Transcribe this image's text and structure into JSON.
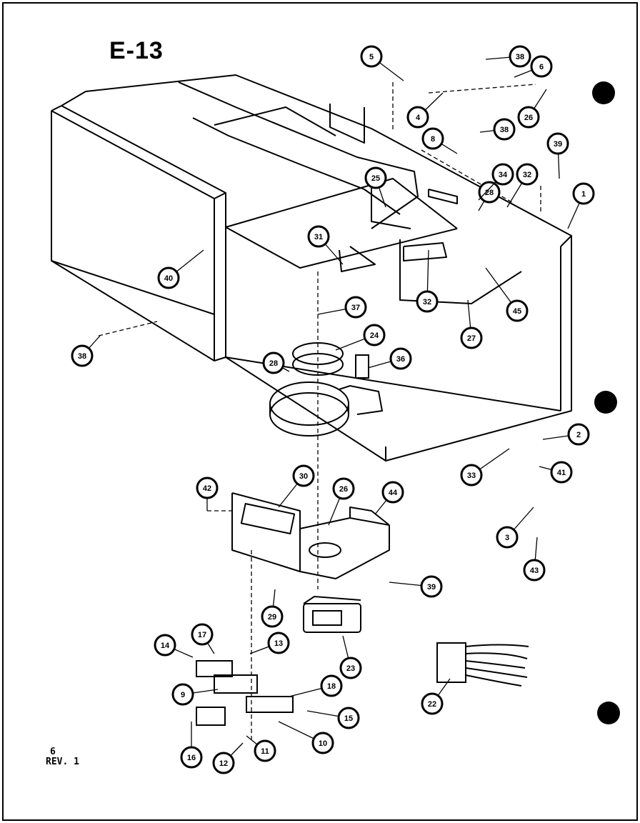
{
  "diagram": {
    "title": "E-13",
    "page_number": "6",
    "revision": "REV. 1",
    "callouts": [
      "5",
      "38",
      "6",
      "4",
      "26",
      "38",
      "8",
      "39",
      "25",
      "28",
      "34",
      "32",
      "1",
      "31",
      "32",
      "40",
      "37",
      "45",
      "27",
      "24",
      "38",
      "36",
      "2",
      "33",
      "41",
      "3",
      "43",
      "30",
      "26",
      "44",
      "42",
      "39",
      "29",
      "23",
      "13",
      "14",
      "17",
      "9",
      "18",
      "15",
      "16",
      "11",
      "10",
      "12",
      "22",
      "28"
    ]
  }
}
